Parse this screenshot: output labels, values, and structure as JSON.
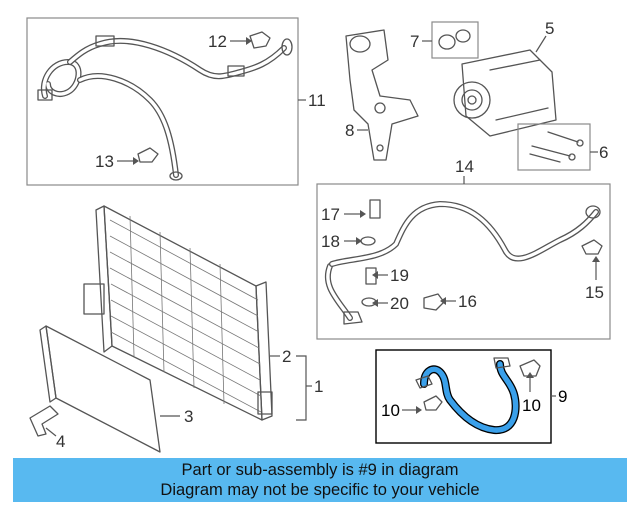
{
  "callouts": {
    "c1": "1",
    "c2": "2",
    "c3": "3",
    "c4": "4",
    "c5": "5",
    "c6": "6",
    "c7": "7",
    "c8": "8",
    "c9": "9",
    "c10a": "10",
    "c10b": "10",
    "c11": "11",
    "c12": "12",
    "c13": "13",
    "c14": "14",
    "c15": "15",
    "c16": "16",
    "c17": "17",
    "c18": "18",
    "c19": "19",
    "c20": "20"
  },
  "highlight": {
    "part": "9",
    "color": "#3aa0ea"
  },
  "banner": {
    "line1": "Part or sub-assembly is #9 in diagram",
    "line2": "Diagram may not be specific to your vehicle",
    "background": "#58b9f0"
  }
}
